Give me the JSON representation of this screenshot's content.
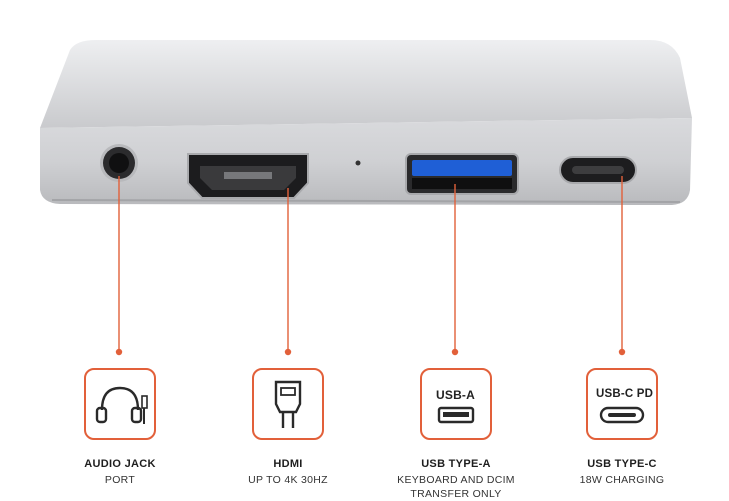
{
  "ports": [
    {
      "title": "AUDIO JACK",
      "subtitle": [
        "PORT"
      ],
      "icon": "headphones-icon"
    },
    {
      "title": "HDMI",
      "subtitle": [
        "UP TO 4K 30HZ"
      ],
      "icon": "hdmi-plug-icon"
    },
    {
      "title": "USB TYPE-A",
      "subtitle": [
        "KEYBOARD AND DCIM",
        "TRANSFER ONLY"
      ],
      "icon_text": "USB-A",
      "icon": "usb-a-icon"
    },
    {
      "title": "USB TYPE-C",
      "subtitle": [
        "18W CHARGING"
      ],
      "icon_text": "USB-C PD",
      "icon": "usb-c-icon"
    }
  ],
  "colors": {
    "accent": "#e2603a",
    "usb_a_insert": "#1f5fd6",
    "hub_body": "#d5d6d9"
  }
}
